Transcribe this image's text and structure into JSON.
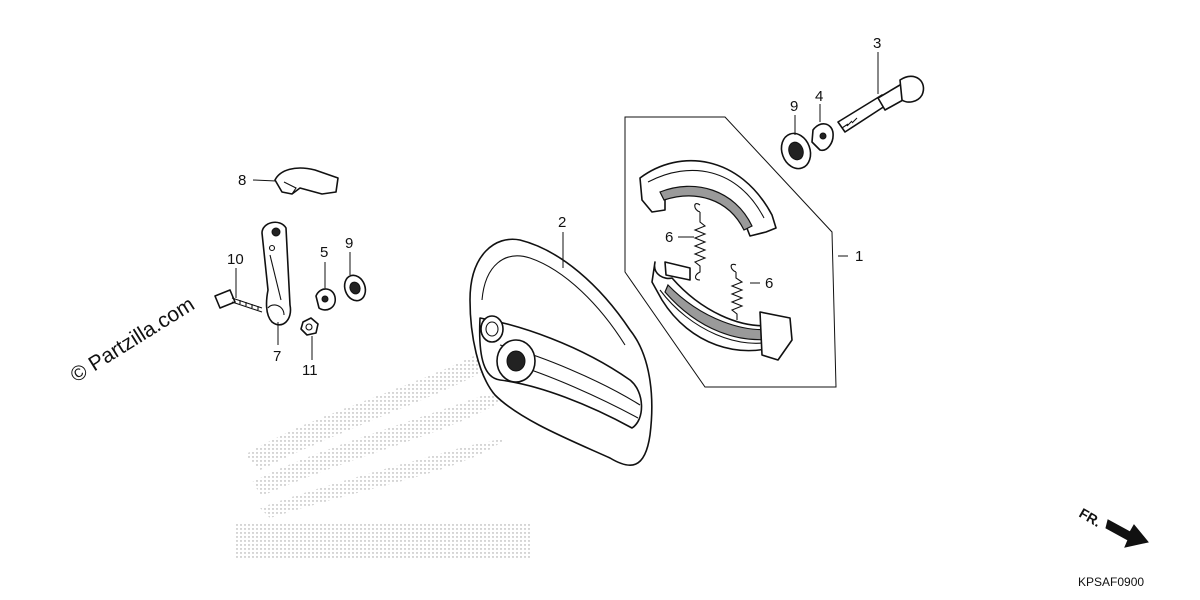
{
  "watermark": "© Partzilla.com",
  "drawing_code": "KPSAF0900",
  "direction_label": "FR.",
  "callouts": {
    "c1": "1",
    "c2": "2",
    "c3": "3",
    "c4": "4",
    "c5": "5",
    "c6a": "6",
    "c6b": "6",
    "c7": "7",
    "c8": "8",
    "c9a": "9",
    "c9b": "9",
    "c10": "10",
    "c11": "11"
  }
}
